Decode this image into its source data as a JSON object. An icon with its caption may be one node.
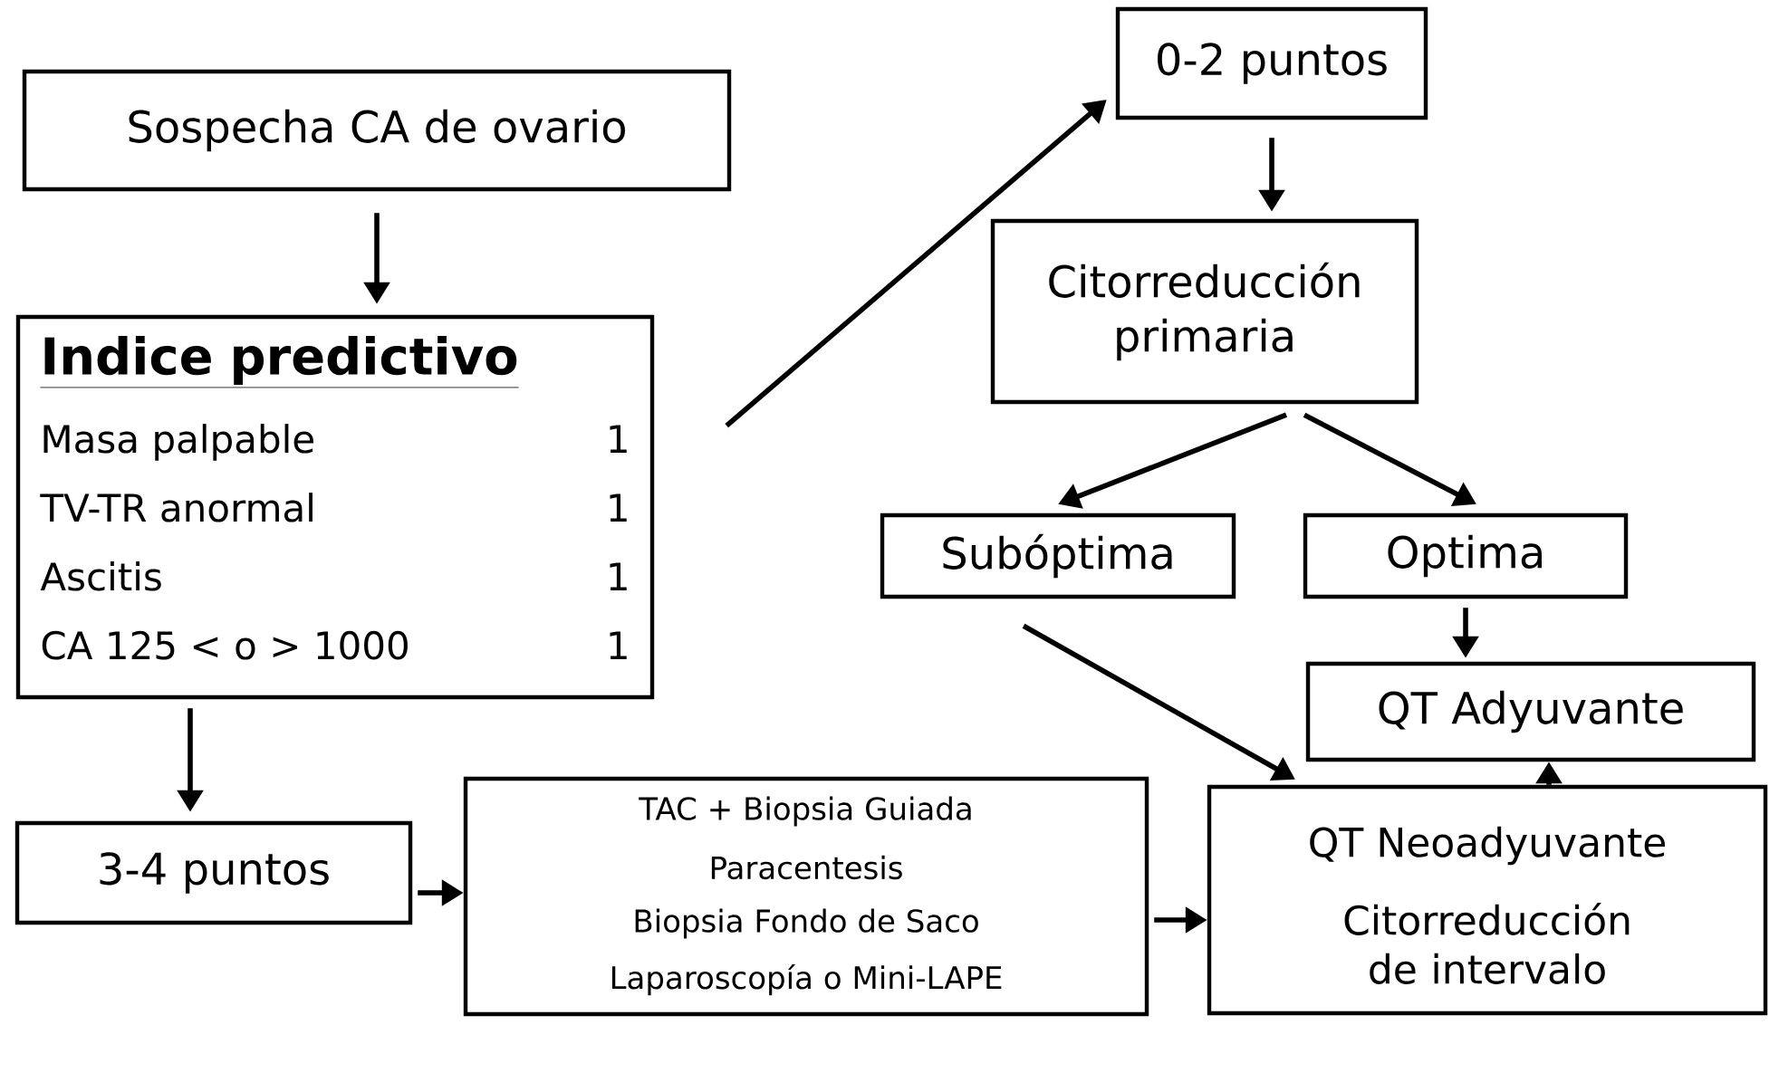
{
  "diagram": {
    "nodes": [
      {
        "text": [
          "Sospecha CA de ovario"
        ]
      },
      {
        "text": [
          "Indice predictivo",
          "Masa palpable",
          "1",
          "TV-TR anormal",
          "1",
          "Ascitis",
          "1",
          "CA 125 < o > 1000",
          "1"
        ]
      },
      {
        "text": [
          "0-2 puntos"
        ]
      },
      {
        "text": [
          "Citorreducción primaria"
        ]
      },
      {
        "text": [
          "Subóptima"
        ]
      },
      {
        "text": [
          "Optima"
        ]
      },
      {
        "text": [
          "QT Adyuvante"
        ]
      },
      {
        "text": [
          "3-4 puntos"
        ]
      },
      {
        "text": [
          "TAC + Biopsia Guiada",
          "Paracentesis",
          "Biopsia Fondo de Saco",
          "Laparoscopía o Mini-LAPE"
        ]
      },
      {
        "text": [
          "QT Neoadyuvante",
          "Citorreducción de intervalo"
        ]
      }
    ],
    "edges": [
      {
        "from": 0,
        "to": 1,
        "arrow": "to"
      },
      {
        "from": 1,
        "to": 2,
        "arrow": "to"
      },
      {
        "from": 2,
        "to": 3,
        "arrow": "to"
      },
      {
        "from": 3,
        "to": 4,
        "arrow": "to"
      },
      {
        "from": 3,
        "to": 5,
        "arrow": "to"
      },
      {
        "from": 5,
        "to": 6,
        "arrow": "to"
      },
      {
        "from": 1,
        "to": 7,
        "arrow": "to"
      },
      {
        "from": 7,
        "to": 8,
        "arrow": "to"
      },
      {
        "from": 8,
        "to": 9,
        "arrow": "to"
      },
      {
        "from": 4,
        "to": 9,
        "arrow": "to"
      },
      {
        "from": 9,
        "to": 6,
        "arrow": "to"
      }
    ]
  }
}
